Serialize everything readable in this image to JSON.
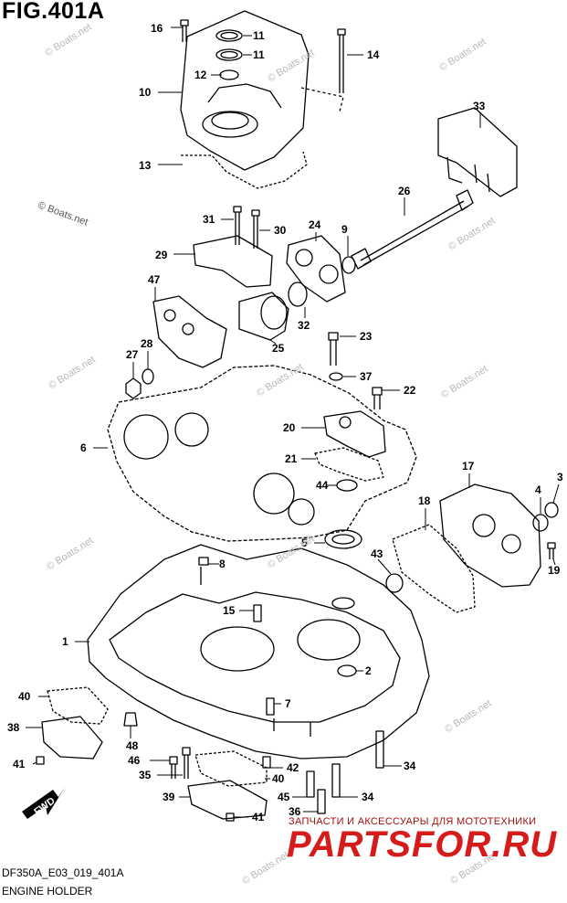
{
  "figure_title": "FIG.401A",
  "footer": {
    "code": "DF350A_E03_019_401A",
    "name": "ENGINE HOLDER"
  },
  "watermark_text": "© Boats.net",
  "watermark_ru_sub": "ЗАПЧАСТИ И АКСЕССУАРЫ ДЛЯ МОТОТЕХНИКИ",
  "watermark_ru_main": "PARTSFOR.RU",
  "fwd_label": "FWD",
  "callouts": [
    "16",
    "11",
    "11",
    "14",
    "12",
    "10",
    "13",
    "33",
    "26",
    "31",
    "30",
    "24",
    "9",
    "29",
    "47",
    "32",
    "25",
    "27",
    "28",
    "23",
    "37",
    "22",
    "20",
    "21",
    "6",
    "44",
    "17",
    "3",
    "18",
    "4",
    "5",
    "43",
    "19",
    "8",
    "15",
    "1",
    "2",
    "40",
    "7",
    "38",
    "48",
    "41",
    "46",
    "42",
    "35",
    "40",
    "34",
    "45",
    "34",
    "39",
    "36",
    "41"
  ],
  "colors": {
    "line": "#000000",
    "watermark_red": "#d61b1b",
    "watermark_gray": "#b8b8b8"
  }
}
